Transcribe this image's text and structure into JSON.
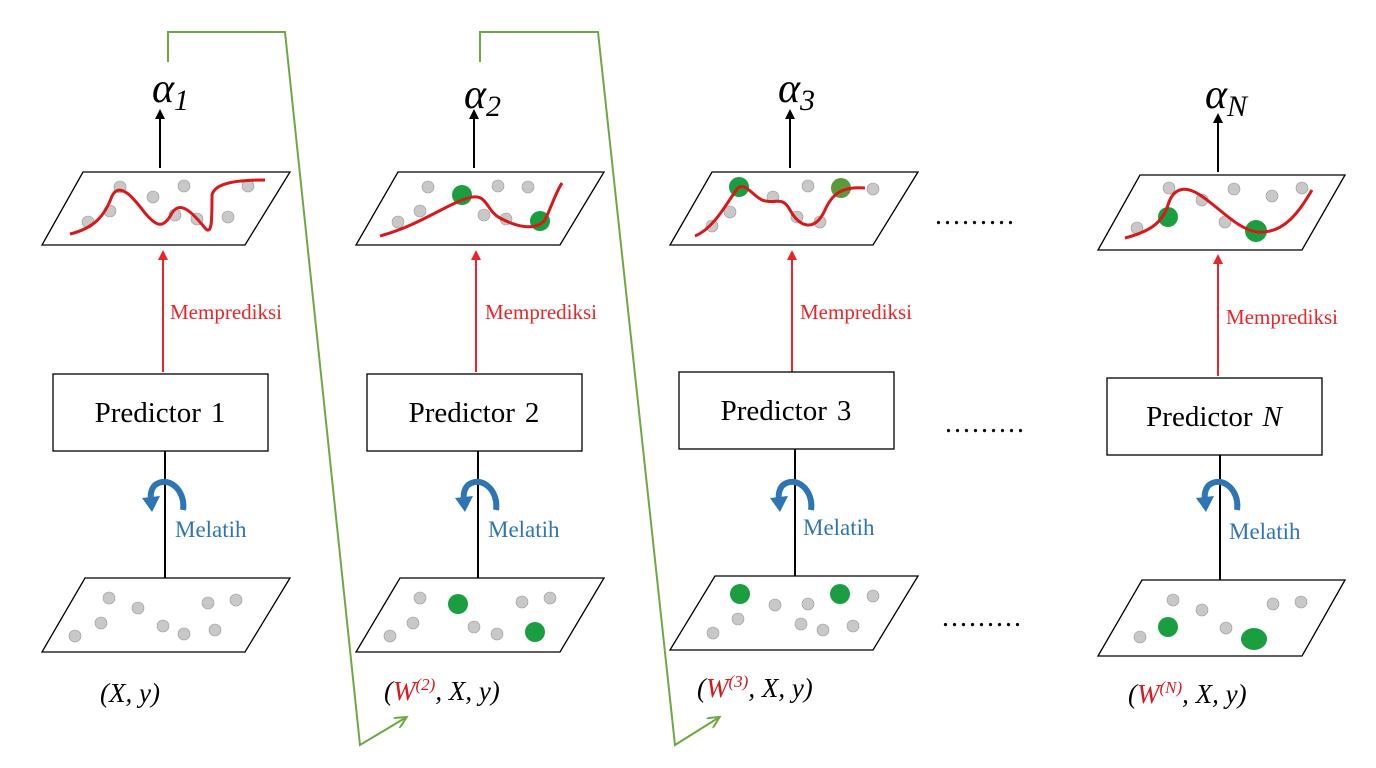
{
  "colors": {
    "predict_arrow": "#e8262a",
    "train_label": "#2e75b6",
    "curve": "#d7191c",
    "point_gray": "#c8c8c8",
    "point_green": "#1a9e3f",
    "feedback_line": "#6ea843",
    "weight_text": "#d7191c"
  },
  "icons": {
    "train": "curved-arrow-icon"
  },
  "stages": [
    {
      "alpha": "α",
      "alpha_sub": "1",
      "predictor_label": "Predictor",
      "predictor_num": "1",
      "predictor_num_italic": false,
      "predict_label": "Memprediksi",
      "train_label": "Melatih",
      "data_label": {
        "open": "(",
        "weight": "",
        "weight_sup": "",
        "sep": "",
        "rest": "X, y)"
      }
    },
    {
      "alpha": "α",
      "alpha_sub": "2",
      "predictor_label": "Predictor",
      "predictor_num": "2",
      "predictor_num_italic": false,
      "predict_label": "Memprediksi",
      "train_label": "Melatih",
      "data_label": {
        "open": "(",
        "weight": "W",
        "weight_sup": "(2)",
        "sep": ", ",
        "rest": "X, y)"
      }
    },
    {
      "alpha": "α",
      "alpha_sub": "3",
      "predictor_label": "Predictor",
      "predictor_num": "3",
      "predictor_num_italic": false,
      "predict_label": "Memprediksi",
      "train_label": "Melatih",
      "data_label": {
        "open": "(",
        "weight": "W",
        "weight_sup": "(3)",
        "sep": ", ",
        "rest": "X, y)"
      }
    },
    {
      "alpha": "α",
      "alpha_sub": "N",
      "predictor_label": "Predictor",
      "predictor_num": "N",
      "predictor_num_italic": true,
      "predict_label": "Memprediksi",
      "train_label": "Melatih",
      "data_label": {
        "open": "(",
        "weight": "W",
        "weight_sup": "(N)",
        "sep": ", ",
        "rest": "X, y)"
      }
    }
  ],
  "ellipsis": "........."
}
